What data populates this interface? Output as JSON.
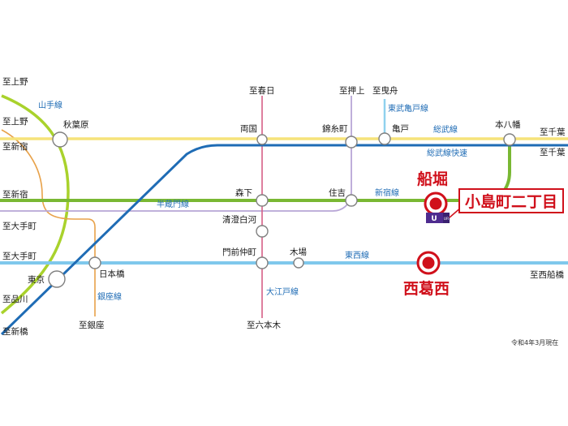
{
  "colors": {
    "yamanote": "#a9d22c",
    "ginza": "#e8a24a",
    "sobu": "#f6e37a",
    "sobu_rapid": "#1f6cb5",
    "shinjuku": "#79b833",
    "hanzomon": "#b8a6d6",
    "tozai": "#7fc8ec",
    "oedo": "#d65f86",
    "tobu_kameido": "#8fd1ee",
    "accent_red": "#d0101b",
    "ur_purple": "#4e2b8f"
  },
  "line_names": {
    "yamanote": "山手線",
    "tobu_kameido": "東武亀戸線",
    "sobu": "総武線",
    "sobu_rapid": "総武線快速",
    "shinjuku": "新宿線",
    "hanzomon": "半蔵門線",
    "tozai": "東西線",
    "ginza": "銀座線",
    "oedo": "大江戸線"
  },
  "directions": {
    "ueno_1": "至上野",
    "ueno_2": "至上野",
    "shinjuku_sobu": "至新宿",
    "shinjuku_line": "至新宿",
    "otemachi_hanzomon": "至大手町",
    "otemachi_tozai": "至大手町",
    "shinagawa": "至品川",
    "shimbashi": "至新橋",
    "ginza": "至銀座",
    "kasuga": "至春日",
    "oshiage": "至押上",
    "hikifune": "至曳舟",
    "roppongi": "至六本木",
    "chiba_sobu": "至千葉",
    "chiba_rapid": "至千葉",
    "nishifunabashi": "至西船橋"
  },
  "stations": {
    "akihabara": "秋葉原",
    "ryogoku": "両国",
    "kinshicho": "錦糸町",
    "kameido": "亀戸",
    "motoyawata": "本八幡",
    "morishita": "森下",
    "sumiyoshi": "住吉",
    "kiyosumi": "清澄白河",
    "monzen": "門前仲町",
    "kiba": "木場",
    "nihonbashi": "日本橋",
    "tokyo": "東京"
  },
  "highlights": {
    "funabori": "船堀",
    "nishikasai": "西葛西",
    "site": "小島町二丁目",
    "ur_mark": "UR"
  },
  "note": "令和4年3月現在"
}
